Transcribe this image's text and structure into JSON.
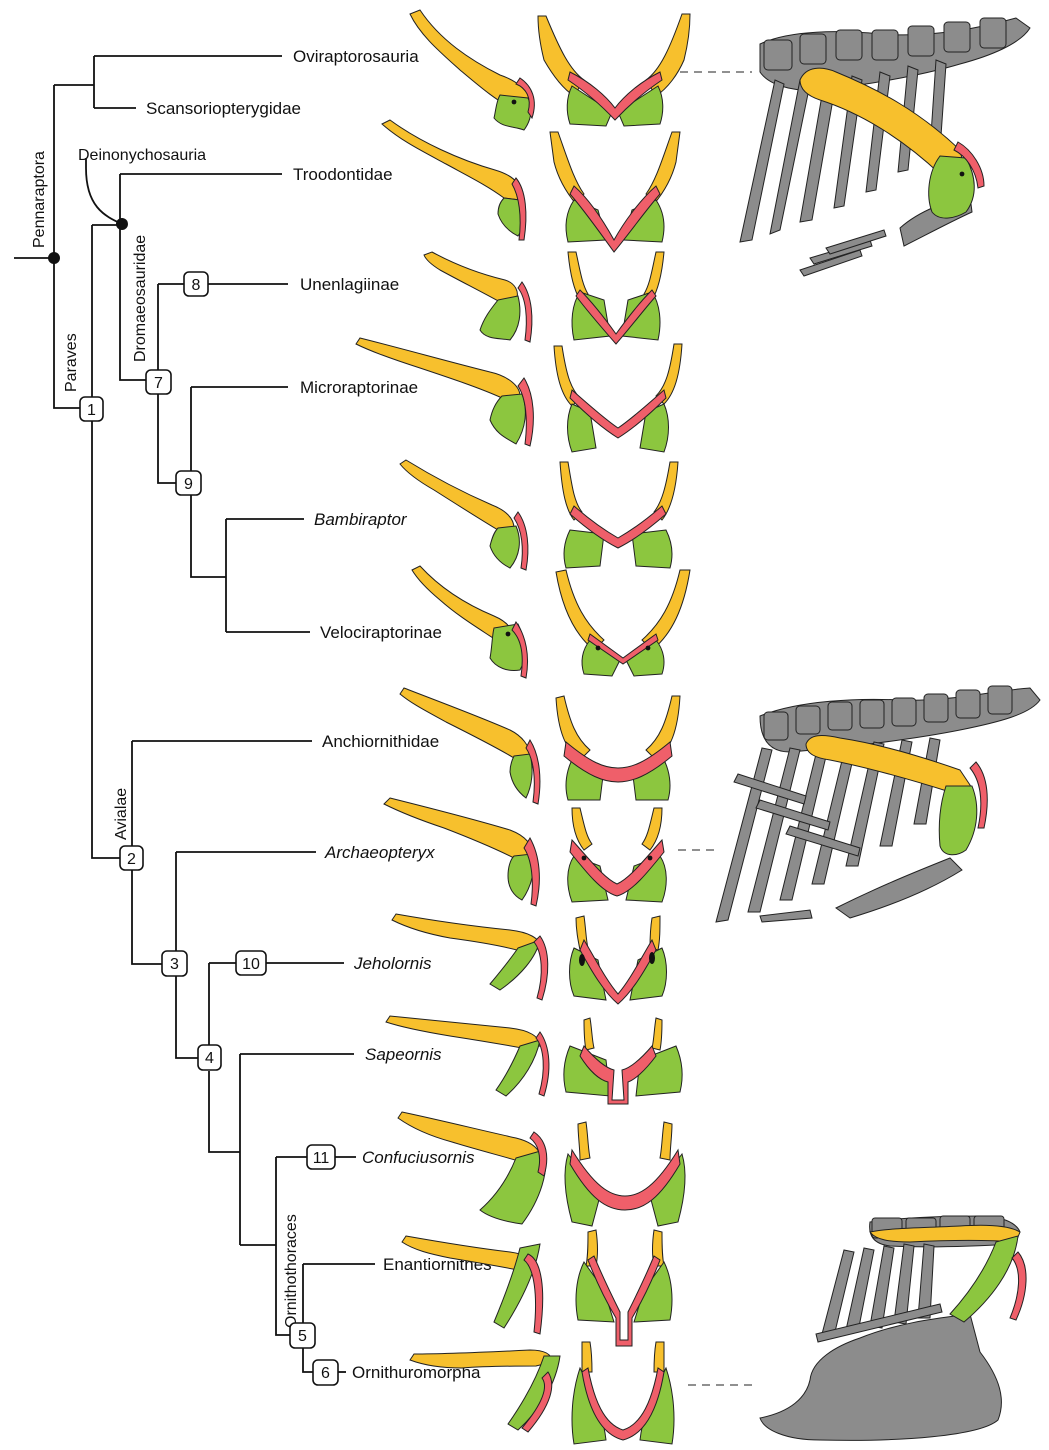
{
  "colors": {
    "scapula": "#f7c02d",
    "coracoid": "#8cc63f",
    "furcula": "#ef5f6a",
    "skeleton": "#8c8c8c",
    "lines": "#111111"
  },
  "clades": {
    "pennaraptora": "Pennaraptora",
    "deinonychosauria": "Deinonychosauria",
    "dromaeosauridae": "Dromaeosauridae",
    "paraves": "Paraves",
    "avialae": "Avialae",
    "ornithothoraces": "Ornithothoraces"
  },
  "taxa": [
    {
      "name": "Oviraptorosauria",
      "italic": false
    },
    {
      "name": "Scansoriopterygidae",
      "italic": false
    },
    {
      "name": "Troodontidae",
      "italic": false
    },
    {
      "name": "Unenlagiinae",
      "italic": false
    },
    {
      "name": "Microraptorinae",
      "italic": false
    },
    {
      "name": "Bambiraptor",
      "italic": true
    },
    {
      "name": "Velociraptorinae",
      "italic": false
    },
    {
      "name": "Anchiornithidae",
      "italic": false
    },
    {
      "name": "Archaeopteryx",
      "italic": true
    },
    {
      "name": "Jeholornis",
      "italic": true
    },
    {
      "name": "Sapeornis",
      "italic": true
    },
    {
      "name": "Confuciusornis",
      "italic": true
    },
    {
      "name": "Enantiornithes",
      "italic": false
    },
    {
      "name": "Ornithuromorpha",
      "italic": false
    }
  ],
  "nodes": [
    "1",
    "2",
    "3",
    "4",
    "5",
    "6",
    "7",
    "8",
    "9",
    "10",
    "11"
  ]
}
